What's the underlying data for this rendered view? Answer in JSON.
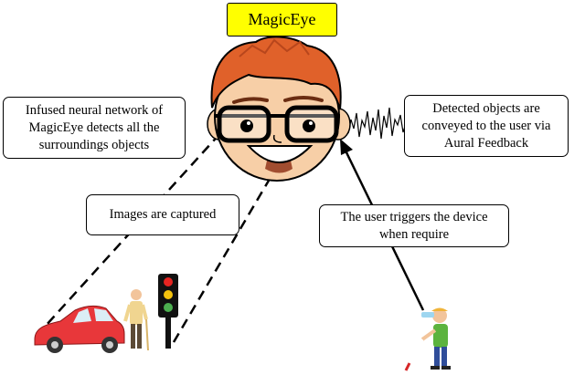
{
  "title": "MagicEye",
  "callouts": {
    "neural_network": "Infused neural network of\nMagicEye detects all the\nsurroundings objects",
    "detected_objects": "Detected objects are\nconveyed to the user via\nAural Feedback",
    "images_captured": "Images are captured",
    "user_triggers": "The user triggers the device\nwhen require"
  },
  "icons": [
    "cartoon-face-icon",
    "glasses-icon",
    "sound-wave-icon",
    "car-icon",
    "pedestrian-icon",
    "traffic-light-icon",
    "blind-user-icon",
    "white-cane-icon"
  ],
  "colors": {
    "title_background": "#ffff00",
    "hair": "#e0612a",
    "skin": "#f7cfa7",
    "car": "#e8373a",
    "traffic_light_red": "#e52421",
    "traffic_light_yellow": "#f4c20d",
    "traffic_light_green": "#4caf50",
    "user_shirt": "#5cb33e"
  }
}
